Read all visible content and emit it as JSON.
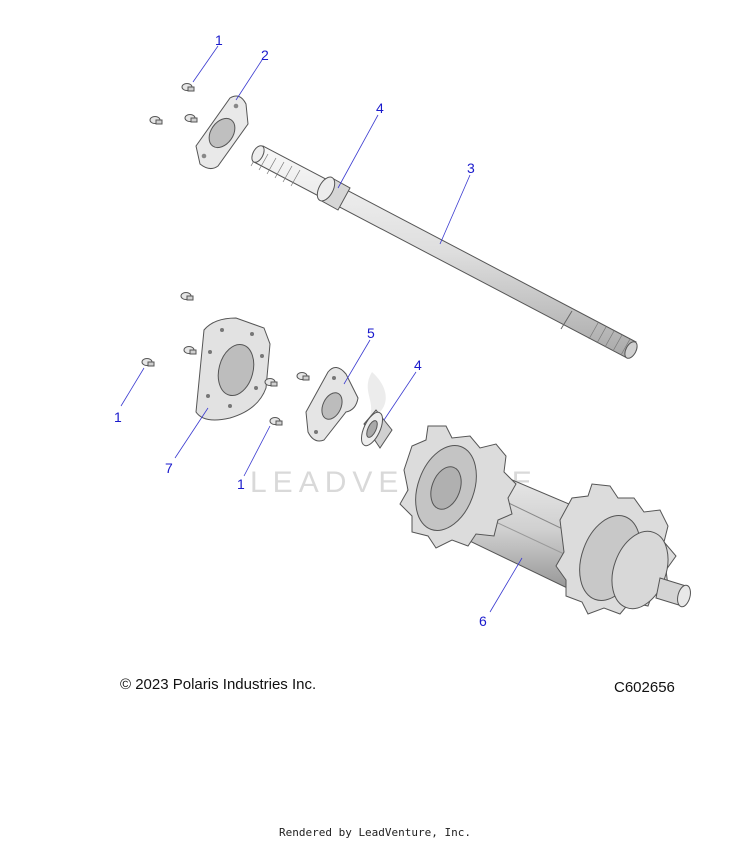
{
  "diagram": {
    "callouts": {
      "c1a": "1",
      "c2": "2",
      "c4a": "4",
      "c3": "3",
      "c5": "5",
      "c4b": "4",
      "c1b": "1",
      "c7": "7",
      "c1c": "1",
      "c6": "6"
    },
    "watermark": "LEADVENTURE",
    "colors": {
      "callout": "#1a1acc",
      "part_stroke": "#555555",
      "part_fill": "#e6e6e6"
    }
  },
  "footer": {
    "copyright": "© 2023 Polaris Industries Inc.",
    "code": "C602656",
    "rendered_by": "Rendered by LeadVenture, Inc."
  }
}
